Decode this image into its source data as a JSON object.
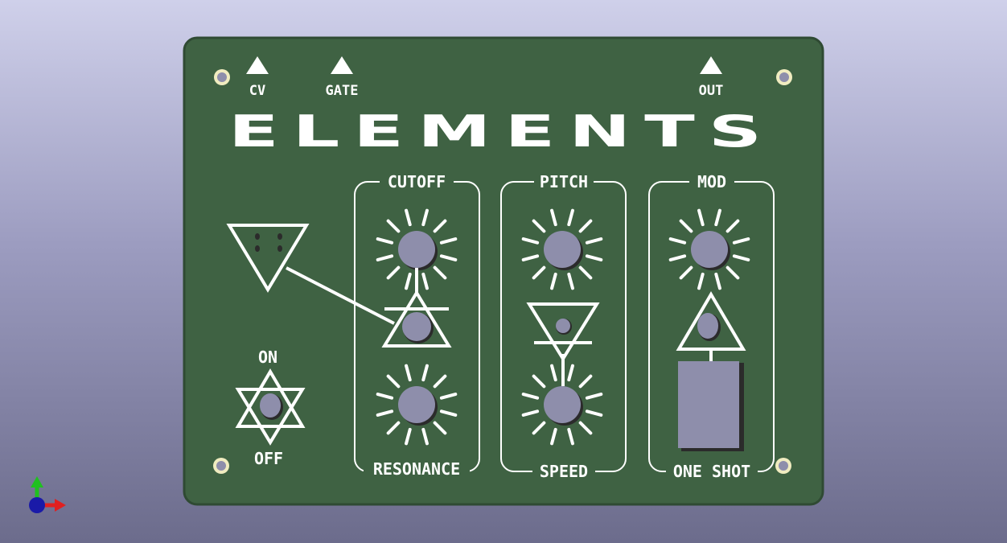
{
  "panel": {
    "title": "ELEMENTS",
    "colors": {
      "pcb": "#3f6243",
      "silk": "#ffffff",
      "knob": "#8e8eab",
      "hole": "#f0ecc0"
    }
  },
  "jacks": {
    "cv": "CV",
    "gate": "GATE",
    "out": "OUT"
  },
  "sections": {
    "cutoff": "CUTOFF",
    "pitch": "PITCH",
    "mod": "MOD",
    "resonance": "RESONANCE",
    "speed": "SPEED",
    "one_shot": "ONE SHOT"
  },
  "switch": {
    "on": "ON",
    "off": "OFF"
  },
  "axes_gizmo": {
    "x_color": "#e02020",
    "y_color": "#20c020",
    "z_color": "#1a1aa8"
  }
}
